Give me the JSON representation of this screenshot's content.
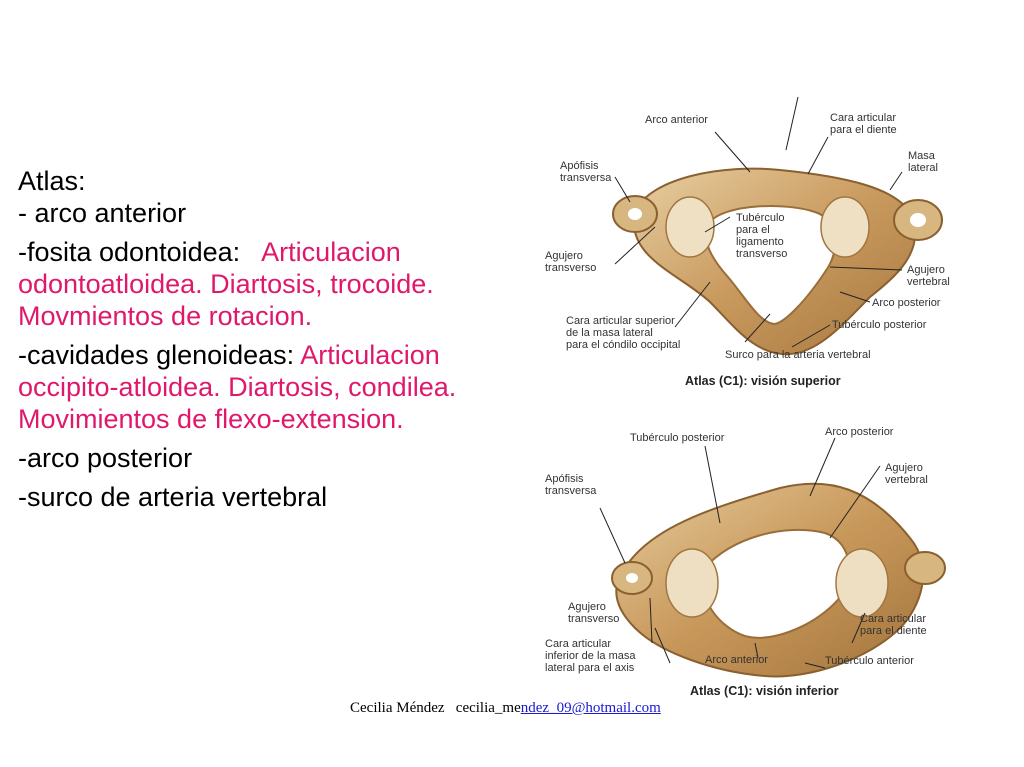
{
  "slide": {
    "title": "Atlas:",
    "items": [
      {
        "prefix": "- arco anterior",
        "detail": ""
      },
      {
        "prefix": "-fosita odontoidea:   ",
        "detail": "Articulacion odontoatloidea. Diartosis, trocoide. Movmientos de rotacion."
      },
      {
        "prefix": "-cavidades glenoideas: ",
        "detail": "Articulacion occipito-atloidea. Diartosis, condilea. Movimientos de flexo-extension."
      },
      {
        "prefix": "-arco posterior",
        "detail": ""
      },
      {
        "prefix": "-surco de arteria vertebral",
        "detail": ""
      }
    ]
  },
  "figure_top": {
    "labels": {
      "arco_anterior": "Arco anterior",
      "cara_articular_diente": "Cara articular\npara el diente",
      "masa_lateral": "Masa\nlateral",
      "apofisis_transversa": "Apófisis\ntransversa",
      "tuberculo_ligamento": "Tubérculo\npara el\nligamento\ntransverso",
      "agujero_transverso": "Agujero\ntransverso",
      "agujero_vertebral": "Agujero\nvertebral",
      "arco_posterior": "Arco posterior",
      "cara_articular_superior": "Cara articular superior\nde la masa lateral\npara el cóndilo occipital",
      "tuberculo_posterior": "Tubérculo posterior",
      "surco_arteria": "Surco para la arteria vertebral"
    },
    "caption": "Atlas (C1): visión superior"
  },
  "figure_bottom": {
    "labels": {
      "tuberculo_posterior": "Tubérculo posterior",
      "arco_posterior": "Arco posterior",
      "apofisis_transversa": "Apófisis\ntransversa",
      "agujero_vertebral": "Agujero\nvertebral",
      "agujero_transverso": "Agujero\ntransverso",
      "cara_articular_inferior": "Cara articular\ninferior de la masa\nlateral para el axis",
      "arco_anterior": "Arco anterior",
      "cara_articular_diente": "Cara articular\npara el diente",
      "tuberculo_anterior": "Tubérculo anterior"
    },
    "caption": "Atlas (C1): visión inferior"
  },
  "footer": {
    "author": "Cecilia Méndez   cecilia_me",
    "email_tail": "ndez_09@hotmail.com"
  },
  "colors": {
    "accent_pink": "#e0186c",
    "bone": "#d9b98a",
    "link": "#1a1ad0"
  }
}
